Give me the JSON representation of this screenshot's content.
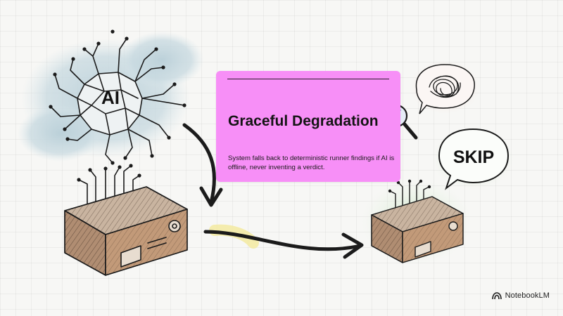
{
  "card": {
    "title": "Graceful Degradation",
    "description": "System falls back to deterministic runner findings if AI is offline, never inventing a verdict."
  },
  "ai_label": "AI",
  "skip_label": "SKIP",
  "brand": {
    "name": "NotebookLM"
  },
  "colors": {
    "card_background": "#f78ff7",
    "watercolor_blue": "#b9cfd8",
    "watercolor_green": "#c8e6c2",
    "watercolor_pink": "#f5cfc4",
    "highlight_yellow": "#f3eaa0",
    "ink": "#1b1b1b"
  }
}
